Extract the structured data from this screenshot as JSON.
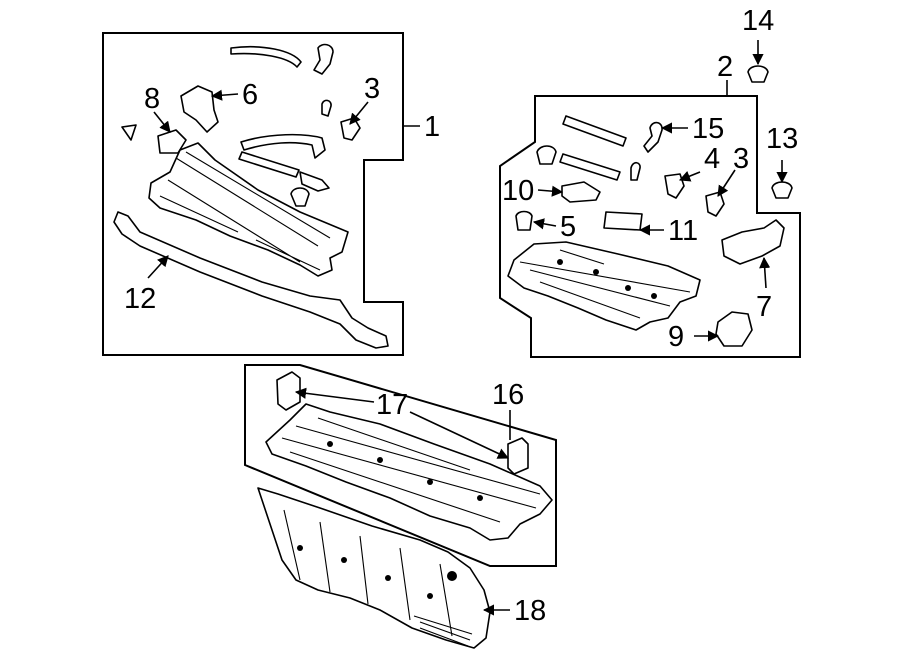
{
  "callouts": {
    "c1": "1",
    "c2": "2",
    "c3a": "3",
    "c3b": "3",
    "c4": "4",
    "c5": "5",
    "c6": "6",
    "c7": "7",
    "c8": "8",
    "c9": "9",
    "c10": "10",
    "c11": "11",
    "c12": "12",
    "c13": "13",
    "c14": "14",
    "c15": "15",
    "c16": "16",
    "c17": "17",
    "c18": "18"
  }
}
